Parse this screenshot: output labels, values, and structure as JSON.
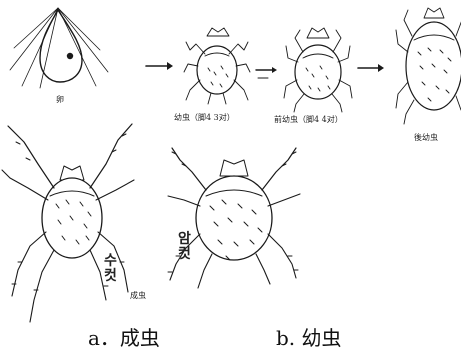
{
  "stages": {
    "egg_label": "卵",
    "larva_label": "幼虫（脚4 3对）",
    "protonymph_label": "前幼虫（脚4 4对）",
    "deutonymph_label": "後幼虫",
    "adult_label": "成虫",
    "male_label": "수컷",
    "female_label": "암컷"
  },
  "captions": {
    "a": "a．成虫",
    "b": "b. 幼虫"
  }
}
